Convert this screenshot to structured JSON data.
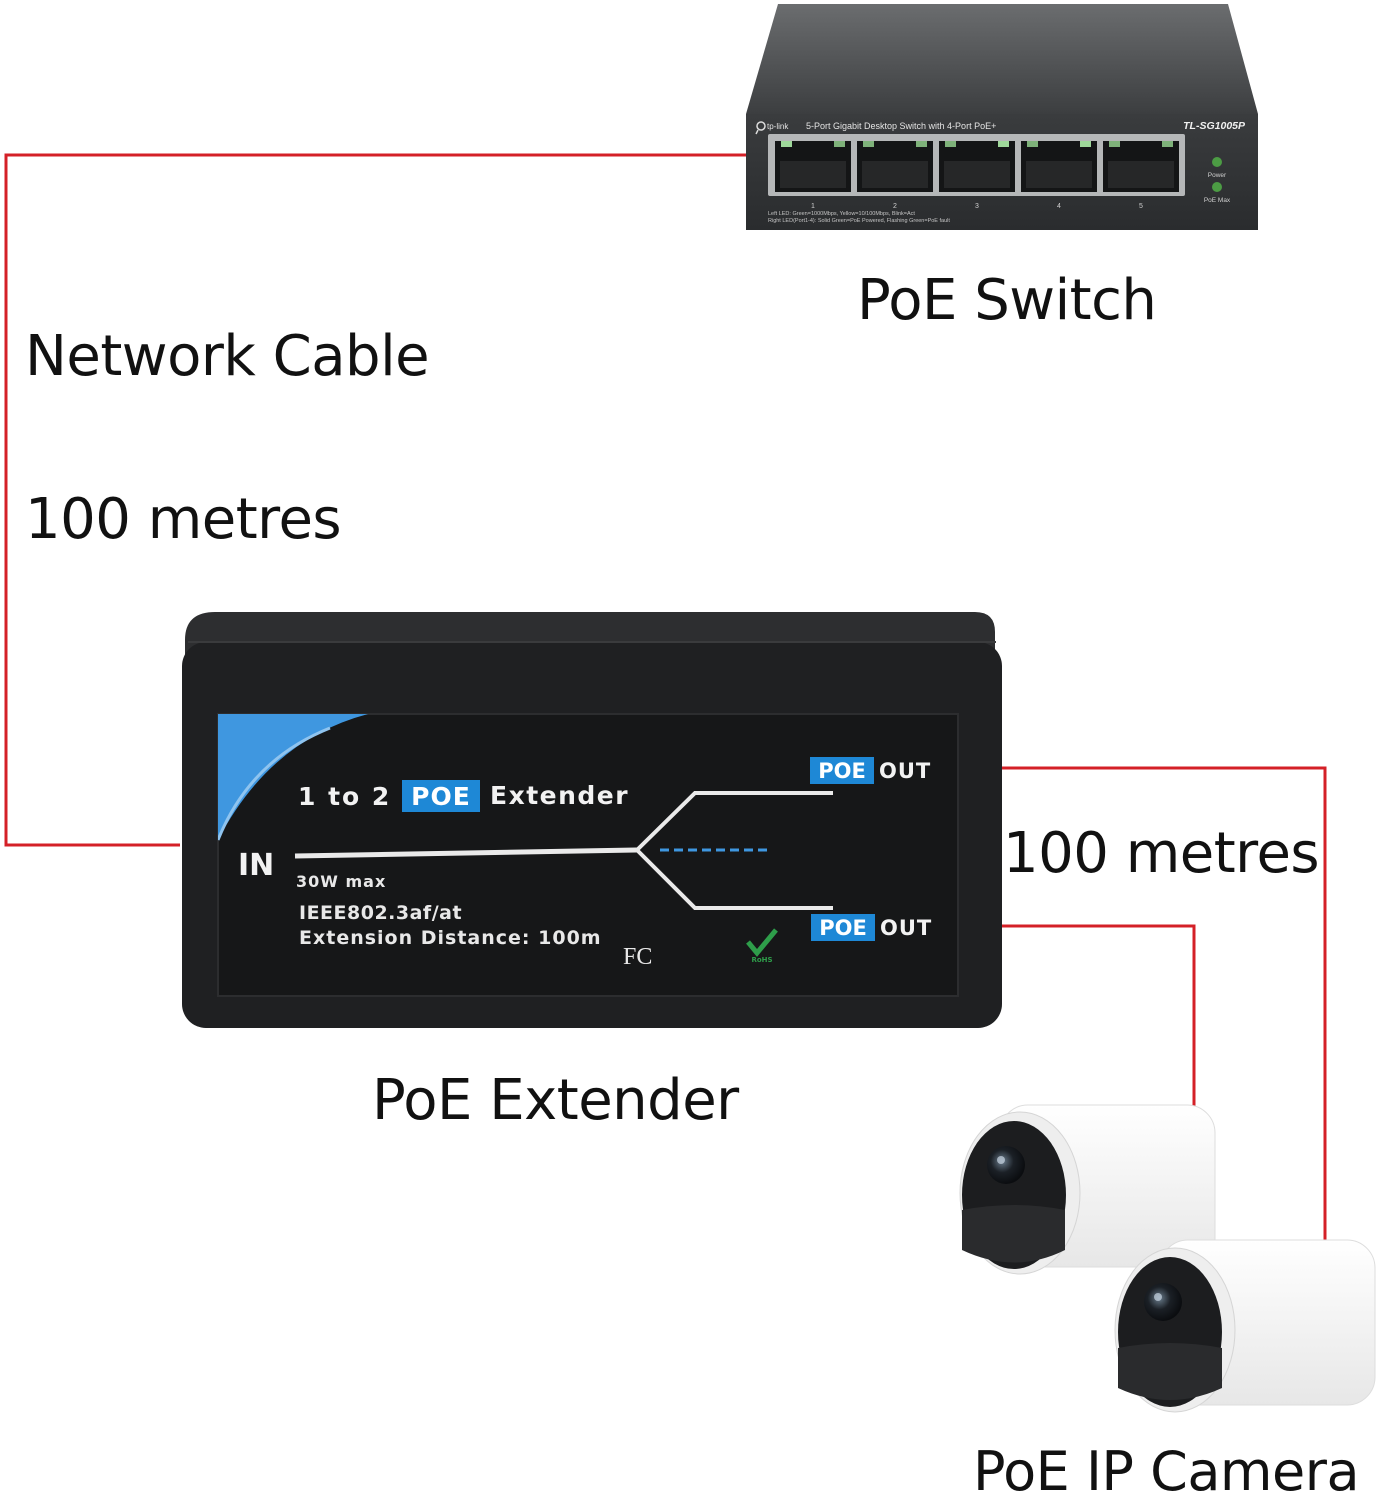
{
  "labels": {
    "network_cable": "Network Cable",
    "distance_left": "100 metres",
    "distance_right": "100 metres",
    "switch": "PoE Switch",
    "extender": "PoE Extender",
    "camera": "PoE IP Camera"
  },
  "switch_device": {
    "brand": "tp-link",
    "description": "5-Port Gigabit Desktop Switch with 4-Port PoE+",
    "model": "TL-SG1005P",
    "port_numbers": [
      "1",
      "2",
      "3",
      "4",
      "5"
    ],
    "led_power": "Power",
    "led_poe_max": "PoE Max",
    "legend_line1": "Left LED:  Green=1000Mbps, Yellow=10/100Mbps, Blink=Act",
    "legend_line2": "Right LED(Port1-4):  Solid Green=PoE Powered, Flashing Green=PoE fault"
  },
  "extender_device": {
    "title_prefix": "1 to 2",
    "title_badge": "POE",
    "title_suffix": "Extender",
    "in_label": "IN",
    "power": "30W max",
    "standard": "IEEE802.3af/at",
    "distance": "Extension Distance: 100m",
    "out_badge": "POE",
    "out_label": "OUT",
    "fcc": "FC",
    "rohs": "RoHS"
  },
  "colors": {
    "cable": "#d42027",
    "badge": "#1e88d6",
    "accent_blue": "#3f97e0"
  }
}
